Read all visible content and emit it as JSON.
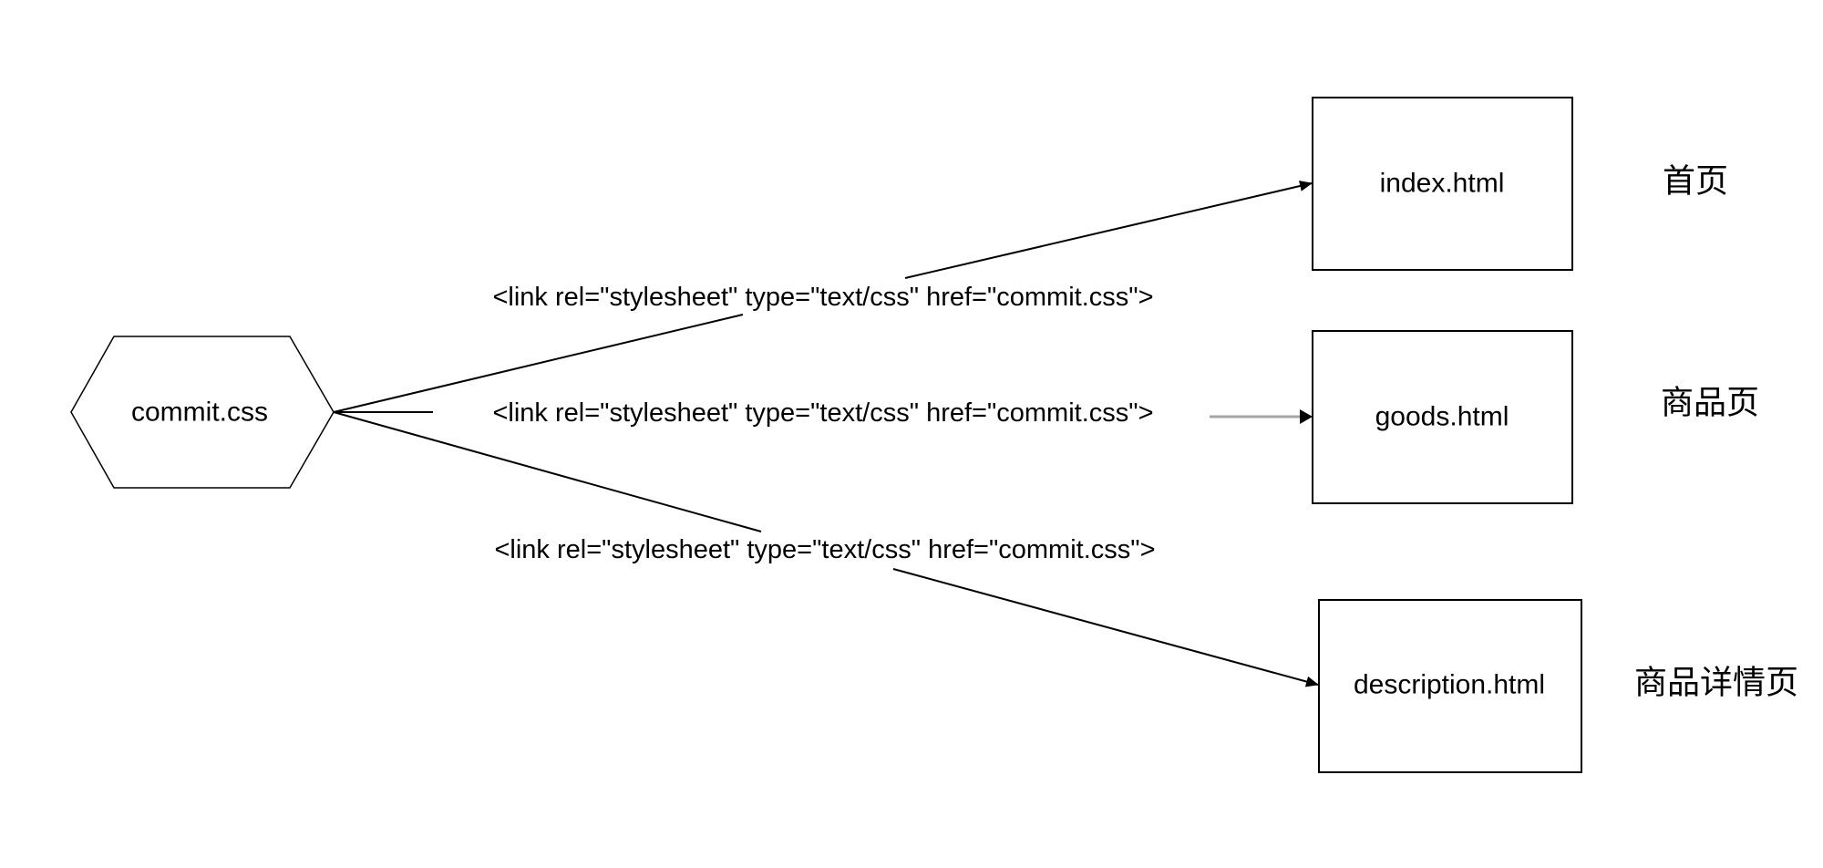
{
  "source": {
    "label": "commit.css"
  },
  "targets": [
    {
      "label": "index.html",
      "caption": "首页"
    },
    {
      "label": "goods.html",
      "caption": "商品页"
    },
    {
      "label": "description.html",
      "caption": "商品详情页"
    }
  ],
  "edges": [
    {
      "label": "<link rel=\"stylesheet\" type=\"text/css\" href=\"commit.css\">"
    },
    {
      "label": "<link rel=\"stylesheet\" type=\"text/css\" href=\"commit.css\">"
    },
    {
      "label": "<link rel=\"stylesheet\" type=\"text/css\" href=\"commit.css\">"
    }
  ],
  "colors": {
    "stroke": "#000000",
    "middle_arrow_line": "#a6a6a6",
    "background": "#ffffff"
  }
}
